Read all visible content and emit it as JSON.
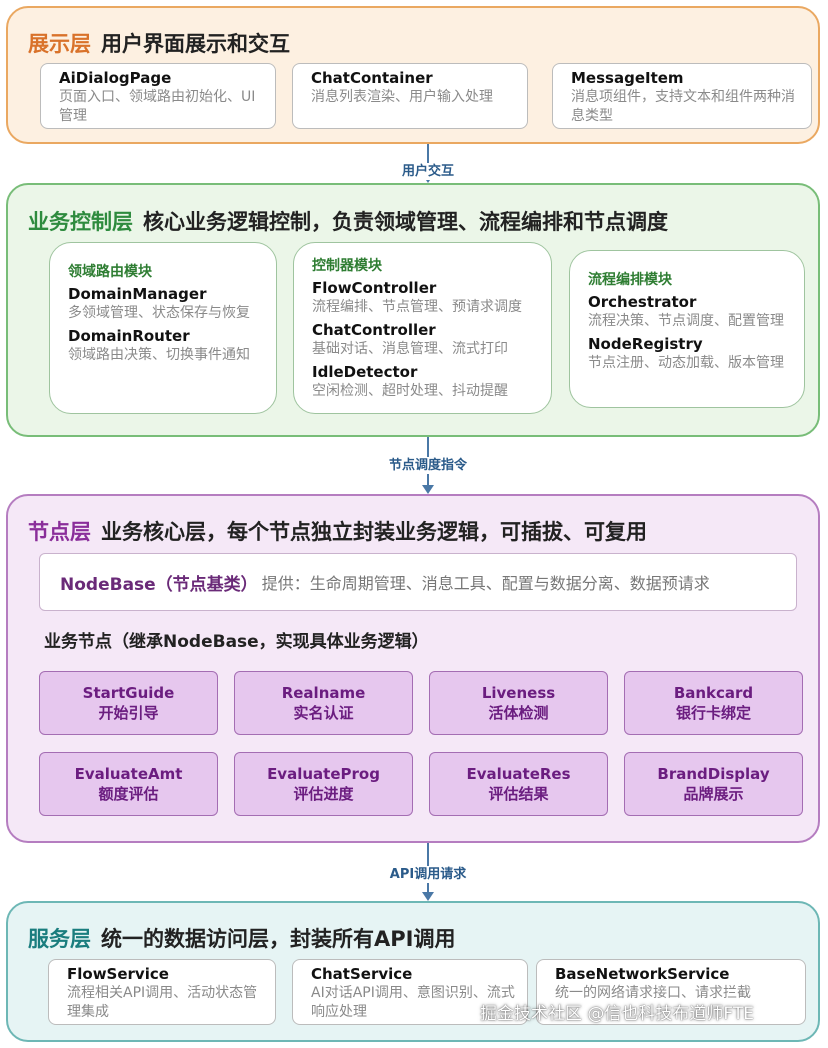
{
  "presentation_layer": {
    "name": "展示层",
    "description": "用户界面展示和交互",
    "cards": [
      {
        "title": "AiDialogPage",
        "desc": "页面入口、领域路由初始化、UI管理"
      },
      {
        "title": "ChatContainer",
        "desc": "消息列表渲染、用户输入处理"
      },
      {
        "title": "MessageItem",
        "desc": "消息项组件，支持文本和组件两种消息类型"
      }
    ]
  },
  "arrow_1": "用户交互",
  "control_layer": {
    "name": "业务控制层",
    "description": "核心业务逻辑控制，负责领域管理、流程编排和节点调度",
    "modules": [
      {
        "title": "领域路由模块",
        "items": [
          {
            "name": "DomainManager",
            "desc": "多领域管理、状态保存与恢复"
          },
          {
            "name": "DomainRouter",
            "desc": "领域路由决策、切换事件通知"
          }
        ]
      },
      {
        "title": "控制器模块",
        "items": [
          {
            "name": "FlowController",
            "desc": "流程编排、节点管理、预请求调度"
          },
          {
            "name": "ChatController",
            "desc": "基础对话、消息管理、流式打印"
          },
          {
            "name": "IdleDetector",
            "desc": "空闲检测、超时处理、抖动提醒"
          }
        ]
      },
      {
        "title": "流程编排模块",
        "items": [
          {
            "name": "Orchestrator",
            "desc": "流程决策、节点调度、配置管理"
          },
          {
            "name": "NodeRegistry",
            "desc": "节点注册、动态加载、版本管理"
          }
        ]
      }
    ]
  },
  "arrow_2": "节点调度指令",
  "node_layer": {
    "name": "节点层",
    "description": "业务核心层，每个节点独立封装业务逻辑，可插拔、可复用",
    "nodebase": {
      "name": "NodeBase（节点基类）",
      "desc": "提供：生命周期管理、消息工具、配置与数据分离、数据预请求"
    },
    "biz_title": "业务节点（继承NodeBase，实现具体业务逻辑）",
    "nodes": [
      {
        "en": "StartGuide",
        "zh": "开始引导"
      },
      {
        "en": "Realname",
        "zh": "实名认证"
      },
      {
        "en": "Liveness",
        "zh": "活体检测"
      },
      {
        "en": "Bankcard",
        "zh": "银行卡绑定"
      },
      {
        "en": "EvaluateAmt",
        "zh": "额度评估"
      },
      {
        "en": "EvaluateProg",
        "zh": "评估进度"
      },
      {
        "en": "EvaluateRes",
        "zh": "评估结果"
      },
      {
        "en": "BrandDisplay",
        "zh": "品牌展示"
      }
    ]
  },
  "arrow_3": "API调用请求",
  "service_layer": {
    "name": "服务层",
    "description": "统一的数据访问层，封装所有API调用",
    "cards": [
      {
        "title": "FlowService",
        "desc": "流程相关API调用、活动状态管理集成"
      },
      {
        "title": "ChatService",
        "desc": "AI对话API调用、意图识别、流式响应处理"
      },
      {
        "title": "BaseNetworkService",
        "desc": "统一的网络请求接口、请求拦截"
      }
    ]
  },
  "watermark": "掘金技术社区 @信也科技布道师FTE",
  "colors": {
    "presentation": "#eaa861",
    "control": "#78bd78",
    "node": "#b57dc0",
    "service": "#6db7b5",
    "arrow": "#4a78a6"
  }
}
